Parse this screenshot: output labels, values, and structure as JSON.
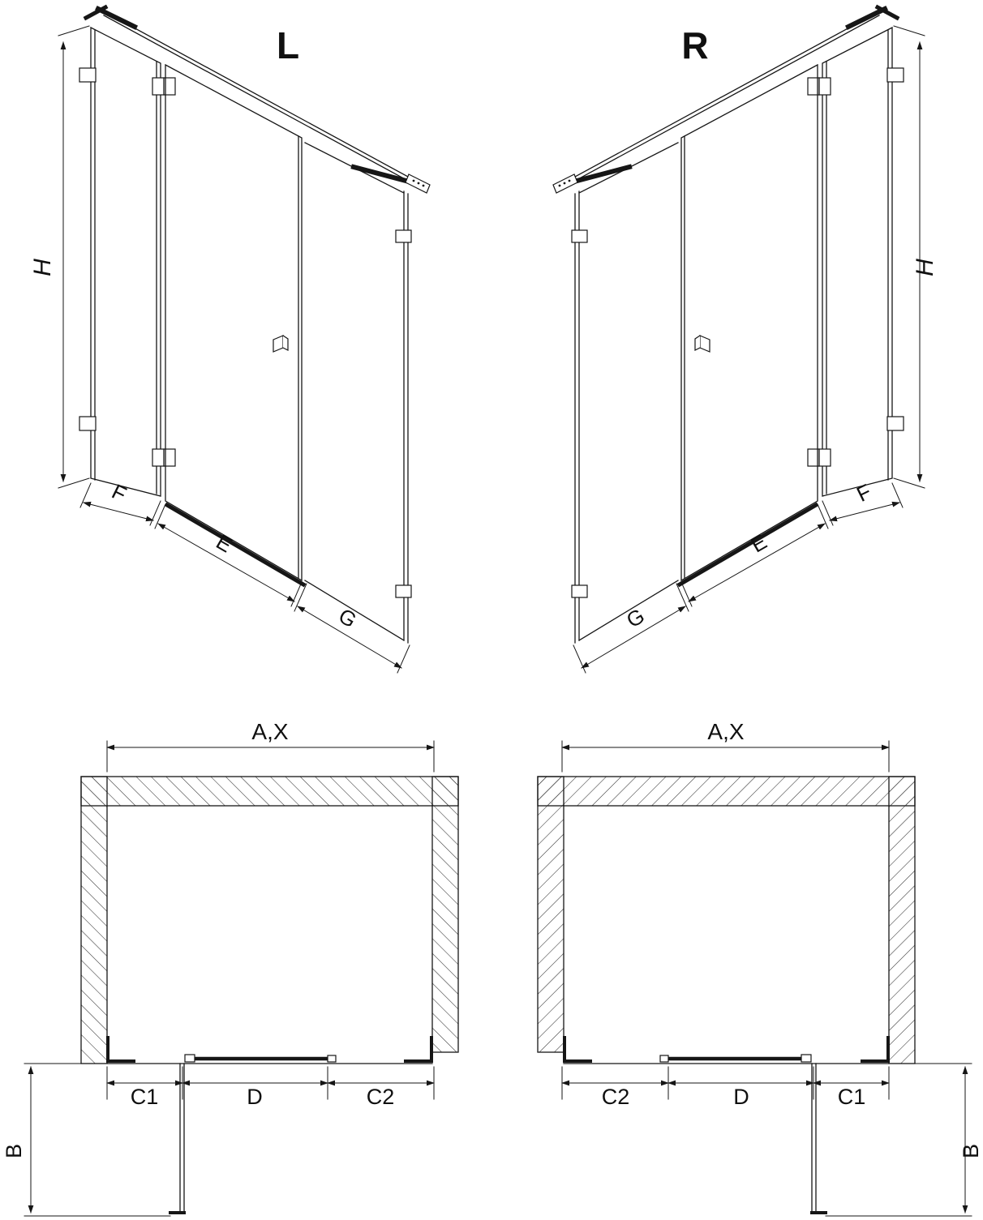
{
  "drawing": {
    "elevation_left": {
      "title": "L",
      "height_label": "H",
      "fixed_label": "F",
      "door_label": "E",
      "side_label": "G"
    },
    "elevation_right": {
      "title": "R",
      "height_label": "H",
      "fixed_label": "F",
      "door_label": "E",
      "side_label": "G"
    },
    "plan_left": {
      "width_label": "A,X",
      "segment_left": "C1",
      "segment_middle": "D",
      "segment_right": "C2",
      "door_swing_label": "B"
    },
    "plan_right": {
      "width_label": "A,X",
      "segment_left": "C2",
      "segment_middle": "D",
      "segment_right": "C1",
      "door_swing_label": "B"
    },
    "colors": {
      "line": "#161616",
      "background": "#ffffff",
      "hatch": "#333333"
    }
  }
}
